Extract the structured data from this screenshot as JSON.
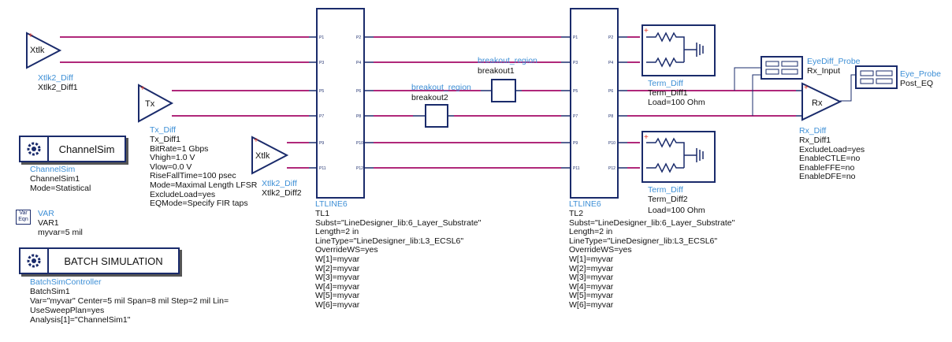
{
  "xtlk_left": {
    "instance": "Xtlk2_Diff",
    "name": "Xtlk2_Diff1",
    "symbol_label": "Xtlk"
  },
  "tx": {
    "instance": "Tx_Diff",
    "symbol_label": "Tx",
    "params": [
      "Tx_Diff1",
      "BitRate=1 Gbps",
      "Vhigh=1.0 V",
      "Vlow=0.0 V",
      "RiseFallTime=100 psec",
      "Mode=Maximal Length LFSR",
      "ExcludeLoad=yes",
      "EQMode=Specify FIR taps"
    ]
  },
  "xtlk_mid": {
    "instance": "Xtlk2_Diff",
    "name": "Xtlk2_Diff2",
    "symbol_label": "Xtlk"
  },
  "channelsim": {
    "button": "ChannelSim",
    "type": "ChannelSim",
    "params": [
      "ChannelSim1",
      "Mode=Statistical"
    ]
  },
  "var": {
    "icon_top": "Var",
    "icon_bottom": "Eqn",
    "type": "VAR",
    "params": [
      "VAR1",
      "myvar=5 mil"
    ]
  },
  "batch": {
    "button": "BATCH SIMULATION",
    "type": "BatchSimController",
    "params": [
      "BatchSim1",
      "Var=\"myvar\" Center=5 mil Span=8 mil Step=2 mil Lin=",
      "UseSweepPlan=yes",
      "Analysis[1]=\"ChannelSim1\""
    ]
  },
  "tl1": {
    "type": "LTLINE6",
    "params": [
      "TL1",
      "Subst=\"LineDesigner_lib:6_Layer_Substrate\"",
      "Length=2 in",
      "LineType=\"LineDesigner_lib:L3_ECSL6\"",
      "OverrideWS=yes",
      "W[1]=myvar",
      "W[2]=myvar",
      "W[3]=myvar",
      "W[4]=myvar",
      "W[5]=myvar",
      "W[6]=myvar"
    ]
  },
  "tl2": {
    "type": "LTLINE6",
    "params": [
      "TL2",
      "Subst=\"LineDesigner_lib:6_Layer_Substrate\"",
      "Length=2 in",
      "LineType=\"LineDesigner_lib:L3_ECSL6\"",
      "OverrideWS=yes",
      "W[1]=myvar",
      "W[2]=myvar",
      "W[3]=myvar",
      "W[4]=myvar",
      "W[5]=myvar",
      "W[6]=myvar"
    ]
  },
  "pin_labels_left": [
    "P1",
    "P3",
    "P5",
    "P7",
    "P9",
    "P11"
  ],
  "pin_labels_right": [
    "P2",
    "P4",
    "P6",
    "P8",
    "P10",
    "P12"
  ],
  "breakout1": {
    "type": "breakout_region",
    "name": "breakout1"
  },
  "breakout2": {
    "type": "breakout_region",
    "name": "breakout2"
  },
  "term1": {
    "type": "Term_Diff",
    "params": [
      "Term_Diff1",
      "Load=100 Ohm"
    ]
  },
  "term2": {
    "type": "Term_Diff",
    "params": [
      "Term_Diff2",
      "Load=100 Ohm"
    ]
  },
  "eyediff": {
    "type": "EyeDiff_Probe",
    "name": "Rx_Input"
  },
  "eyeprobe": {
    "type": "Eye_Probe",
    "name": "Post_EQ"
  },
  "rx": {
    "type": "Rx_Diff",
    "symbol_label": "Rx",
    "params": [
      "Rx_Diff1",
      "ExcludeLoad=yes",
      "EnableCTLE=no",
      "EnableFFE=no",
      "EnableDFE=no"
    ]
  },
  "colors": {
    "wire": "#b0287a",
    "component": "#1a2b6b",
    "label_blue": "#3d8fd6",
    "pin_plus": "#e03020"
  }
}
